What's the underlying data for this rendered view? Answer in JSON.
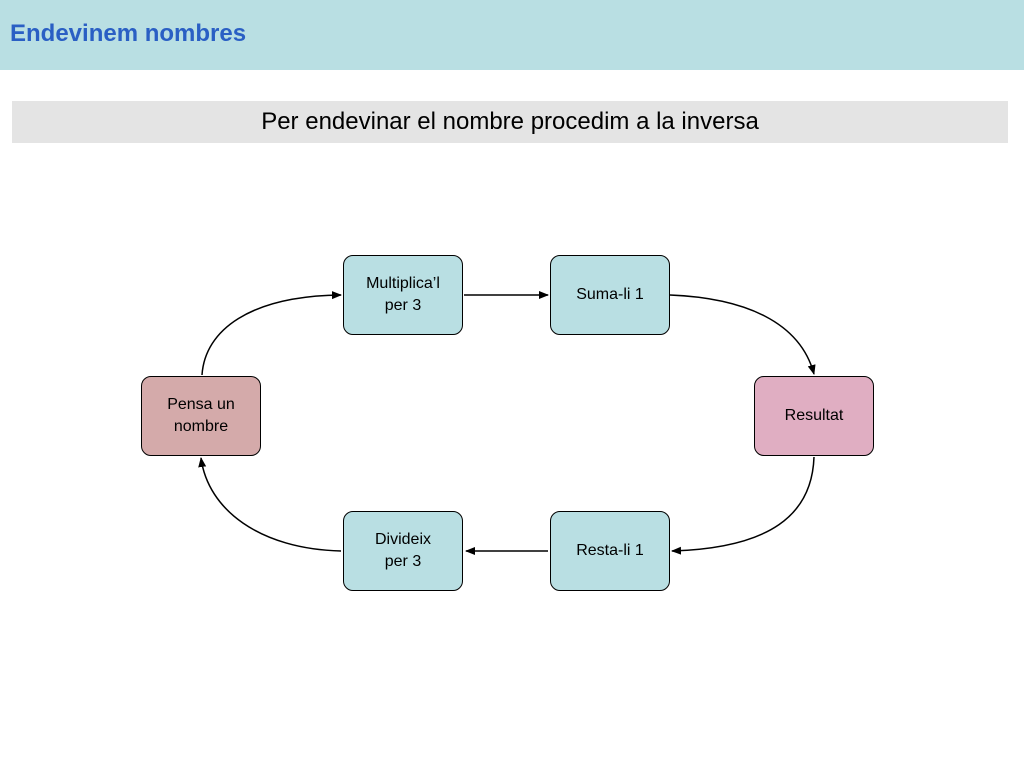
{
  "header": {
    "title": "Endevinem nombres"
  },
  "subtitle": "Per endevinar el nombre procedim a la inversa",
  "colors": {
    "header_bg": "#b9dfe3",
    "header_text": "#2a5fc4",
    "subtitle_bg": "#e4e4e4",
    "step_fill": "#b9dfe3",
    "start_fill": "#d4aaaa",
    "result_fill": "#e0aec2"
  },
  "diagram": {
    "nodes": [
      {
        "id": "start",
        "label": "Pensa un\nnombre",
        "kind": "start"
      },
      {
        "id": "mult",
        "label": "Multiplica’l\nper 3",
        "kind": "step"
      },
      {
        "id": "add",
        "label": "Suma-li 1",
        "kind": "step"
      },
      {
        "id": "result",
        "label": "Resultat",
        "kind": "result"
      },
      {
        "id": "sub",
        "label": "Resta-li 1",
        "kind": "step"
      },
      {
        "id": "div",
        "label": "Divideix\nper 3",
        "kind": "step"
      }
    ],
    "edges": [
      {
        "from": "start",
        "to": "mult"
      },
      {
        "from": "mult",
        "to": "add"
      },
      {
        "from": "add",
        "to": "result"
      },
      {
        "from": "result",
        "to": "sub"
      },
      {
        "from": "sub",
        "to": "div"
      },
      {
        "from": "div",
        "to": "start"
      }
    ]
  }
}
